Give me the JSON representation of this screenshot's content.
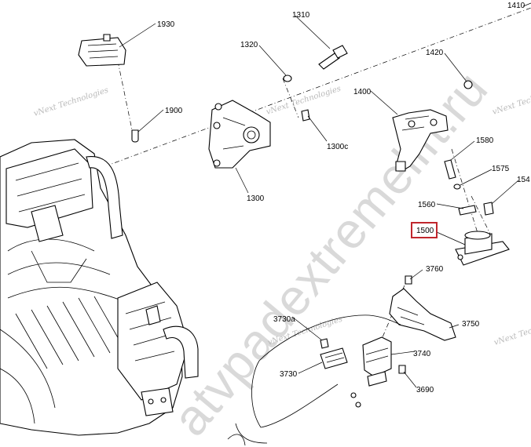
{
  "watermark": {
    "big_text": "atvpadextremelift.ru",
    "small_text": "vNext Technologies"
  },
  "callouts": [
    {
      "id": "1930",
      "label": "1930"
    },
    {
      "id": "1310",
      "label": "1310"
    },
    {
      "id": "1410",
      "label": "1410"
    },
    {
      "id": "1320",
      "label": "1320"
    },
    {
      "id": "1420",
      "label": "1420"
    },
    {
      "id": "1900",
      "label": "1900"
    },
    {
      "id": "1400",
      "label": "1400"
    },
    {
      "id": "1300c",
      "label": "1300c"
    },
    {
      "id": "1580",
      "label": "1580"
    },
    {
      "id": "1575",
      "label": "1575"
    },
    {
      "id": "154",
      "label": "154"
    },
    {
      "id": "1300",
      "label": "1300"
    },
    {
      "id": "1560",
      "label": "1560"
    },
    {
      "id": "1500",
      "label": "1500"
    },
    {
      "id": "3760",
      "label": "3760"
    },
    {
      "id": "3730a",
      "label": "3730a"
    },
    {
      "id": "3750",
      "label": "3750"
    },
    {
      "id": "3740",
      "label": "3740"
    },
    {
      "id": "3730",
      "label": "3730"
    },
    {
      "id": "3690",
      "label": "3690"
    }
  ],
  "highlight": {
    "callout": "1500",
    "color": "#c0272d"
  },
  "colors": {
    "line": "#000000",
    "watermark": "#d9d9d9",
    "highlight_box": "#c0272d"
  }
}
